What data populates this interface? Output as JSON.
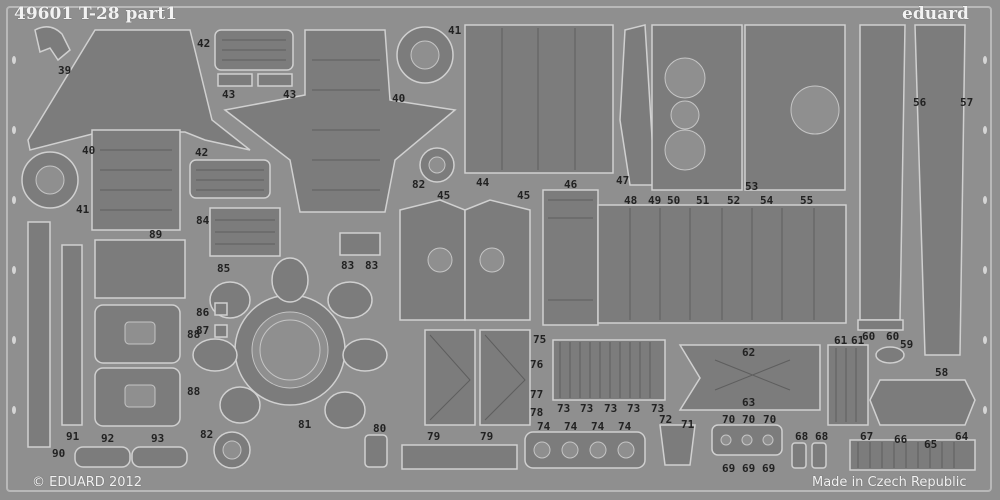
{
  "header": {
    "title": "49601  T-28  part1",
    "brand": "eduard"
  },
  "footer": {
    "copyright": "© EDUARD 2012",
    "origin": "Made in Czech Republic"
  },
  "part_numbers": [
    "39",
    "40",
    "40",
    "41",
    "41",
    "42",
    "42",
    "43",
    "43",
    "44",
    "45",
    "45",
    "46",
    "47",
    "48",
    "49",
    "50",
    "51",
    "52",
    "53",
    "54",
    "55",
    "56",
    "57",
    "58",
    "59",
    "60",
    "60",
    "61",
    "61",
    "62",
    "63",
    "64",
    "65",
    "66",
    "67",
    "68",
    "68",
    "69",
    "69",
    "69",
    "70",
    "70",
    "70",
    "71",
    "72",
    "73",
    "73",
    "73",
    "73",
    "73",
    "74",
    "74",
    "74",
    "74",
    "75",
    "76",
    "77",
    "78",
    "79",
    "79",
    "80",
    "81",
    "82",
    "82",
    "83",
    "83",
    "84",
    "85",
    "86",
    "87",
    "88",
    "88",
    "89",
    "90",
    "91",
    "92",
    "93"
  ],
  "colors": {
    "metal": "#8f8f8f",
    "part": "#7d7d7d",
    "edge": "#c9c9c9",
    "text": "#f2f2f2"
  }
}
